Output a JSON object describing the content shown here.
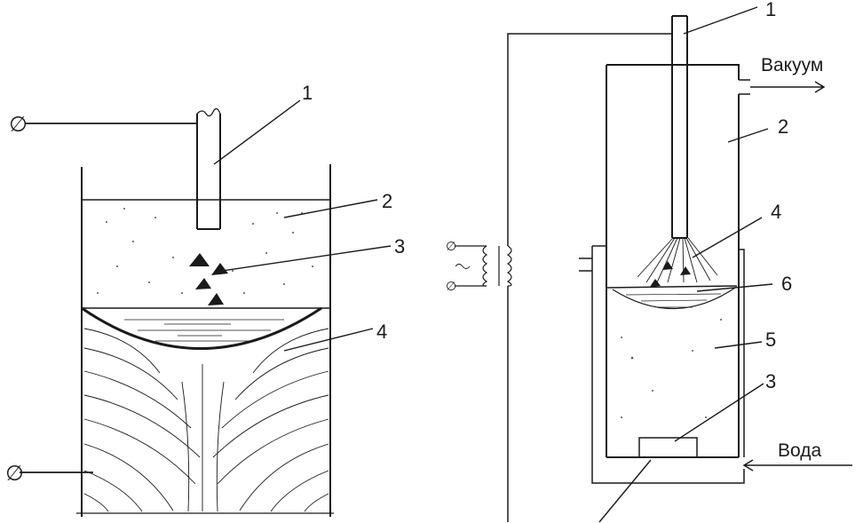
{
  "left_diagram": {
    "terminal_top": "∅",
    "terminal_bottom": "∅",
    "labels": {
      "l1": "1",
      "l2": "2",
      "l3": "3",
      "l4": "4"
    }
  },
  "right_diagram": {
    "vacuum_label": "Вакуум",
    "water_label": "Вода",
    "labels": {
      "l1": "1",
      "l2": "2",
      "l3": "3",
      "l4": "4",
      "l5": "5",
      "l6": "6"
    }
  }
}
